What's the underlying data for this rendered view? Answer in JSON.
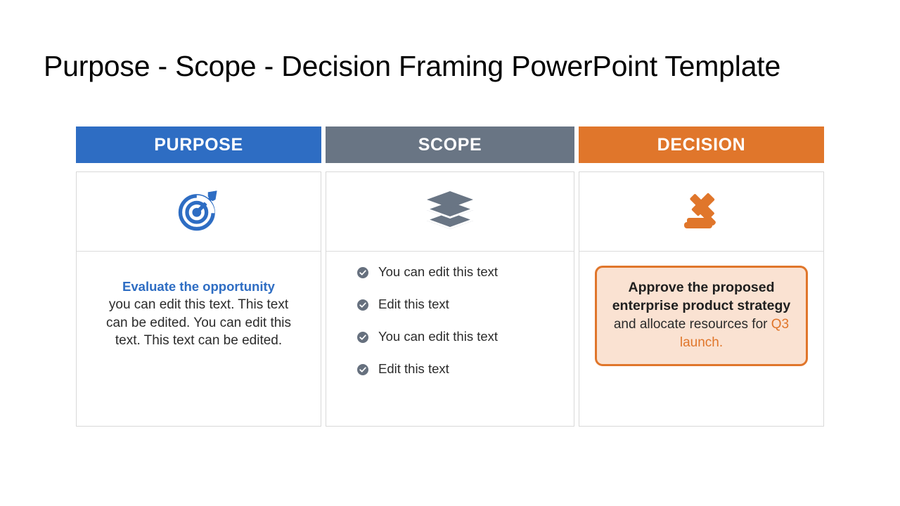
{
  "slide": {
    "title": "Purpose - Scope - Decision Framing PowerPoint Template"
  },
  "colors": {
    "purpose": "#2E6DC3",
    "scope": "#697584",
    "decision": "#E0762B",
    "decision_box_fill": "#FAE2D2",
    "cell_border": "#D8D8D8",
    "body_text": "#2B2B2B"
  },
  "columns": [
    {
      "key": "purpose",
      "header": "PURPOSE",
      "header_color": "#2E6DC3",
      "icon": "target-arrow-icon",
      "body": {
        "type": "paragraph",
        "lead": "Evaluate the opportunity",
        "text": "you can edit this text. This text can be edited. You can edit this text. This text can be edited."
      }
    },
    {
      "key": "scope",
      "header": "SCOPE",
      "header_color": "#697584",
      "icon": "layers-stack-icon",
      "body": {
        "type": "bullets",
        "bullet_icon": "check-circle-icon",
        "items": [
          "You can edit this text",
          "Edit this text",
          "You can edit this text",
          "Edit this text"
        ]
      }
    },
    {
      "key": "decision",
      "header": "DECISION",
      "header_color": "#E0762B",
      "icon": "gavel-icon",
      "body": {
        "type": "callout",
        "strong": "Approve the proposed enterprise product strategy",
        "rest": "and allocate resources for ",
        "accent": "Q3 launch."
      }
    }
  ]
}
